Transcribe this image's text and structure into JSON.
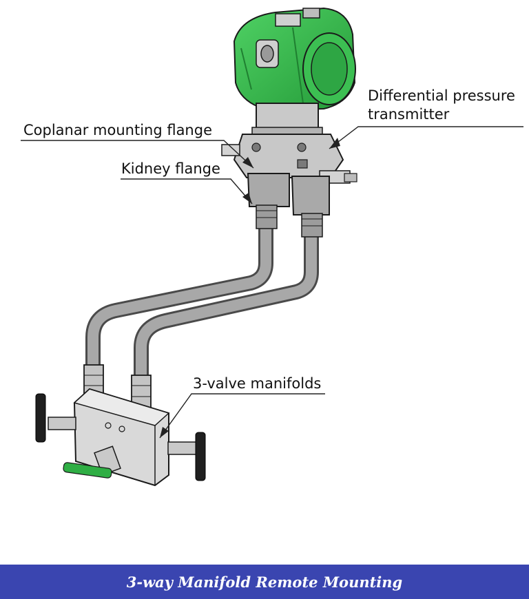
{
  "labels": {
    "transmitter_line1": "Differential pressure",
    "transmitter_line2": "transmitter",
    "coplanar_flange": "Coplanar mounting flange",
    "kidney_flange": "Kidney flange",
    "manifold": "3-valve manifolds"
  },
  "caption": "3-way Manifold Remote Mounting",
  "colors": {
    "housing_green": "#35b54a",
    "handle_green": "#2fae44",
    "metal_gray": "#9a9a9a",
    "manifold_body": "#d9d9d9",
    "caption_bar": "#3a45b0",
    "caption_text": "#ffffff"
  }
}
